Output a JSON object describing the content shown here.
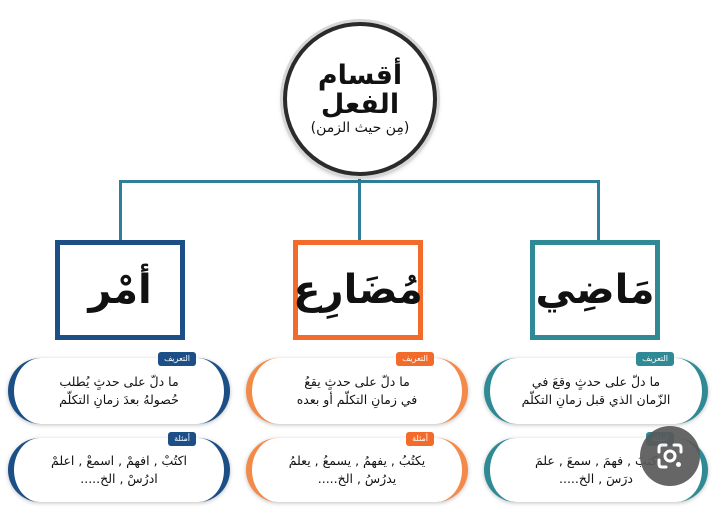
{
  "root": {
    "title": "أقسام الفعل",
    "subtitle": "(مِن حيث الزمن)"
  },
  "categories": {
    "amr": "أمْر",
    "mudari": "مُضَارِع",
    "madi": "مَاضِي"
  },
  "badges": {
    "definition": "التعريف",
    "example": "أمثلة"
  },
  "definitions": {
    "amr": [
      "ما دلّ على حدثٍ يُطلب",
      "حُصولهُ بعدَ زمانِ التكلّم"
    ],
    "mudari": [
      "ما دلّ على حدثٍ يقعُ",
      "في زمانِ التكلّم أو بعده"
    ],
    "madi": [
      "ما دلّ على حدثٍ وقعَ في",
      "الزّمان الذي قبل زمانِ التكلّم"
    ]
  },
  "examples": {
    "amr": [
      "اكتُبْ , افهمْ , اسمعْ , اعلمْ",
      "ادرُسْ , الخ....."
    ],
    "mudari": [
      "يكتُبُ , يفهمُ , يسمعُ , يعلمُ",
      "يدرُسُ , الخ....."
    ],
    "madi": [
      "كتبَ , فهمَ , سمعَ , علمَ",
      "درَسَ , الخ....."
    ]
  },
  "colors": {
    "amr": "#1b4f86",
    "mudari": "#f26b2b",
    "madi": "#2f8a96",
    "connector": "#2f7f9a"
  },
  "icons": {
    "lens": "google-lens-icon"
  }
}
